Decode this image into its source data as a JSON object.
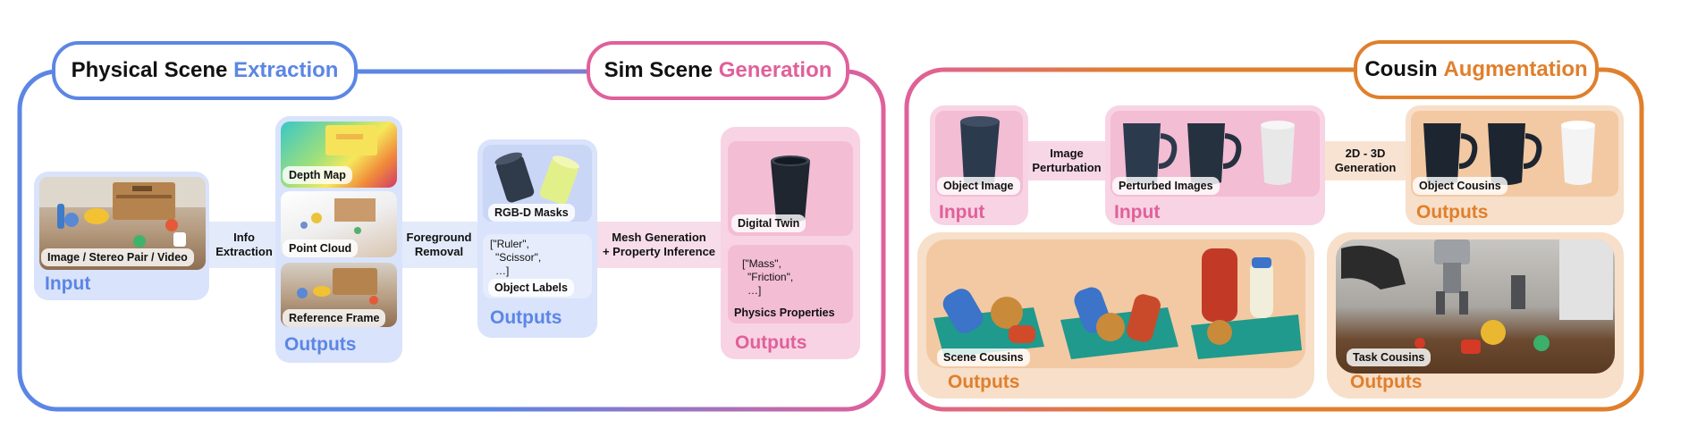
{
  "colors": {
    "blue": "#5b86e5",
    "pink": "#e0609a",
    "orange": "#e07f2c",
    "blue_panel": "#d9e3fb",
    "pink_panel": "#f8d3e4",
    "orange_panel": "#f7dfc9"
  },
  "extraction": {
    "title_part1": "Physical Scene",
    "title_part2": "Extraction",
    "input": {
      "chip": "Image / Stereo Pair / Video",
      "label": "Input"
    },
    "step1": {
      "line1": "Info",
      "line2": "Extraction"
    },
    "outputs": {
      "depth": "Depth Map",
      "cloud": "Point Cloud",
      "frame": "Reference Frame",
      "label": "Outputs"
    },
    "step2": {
      "line1": "Foreground",
      "line2": "Removal"
    },
    "outputs2": {
      "masks": "RGB-D Masks",
      "list1": "[\"Ruler\",",
      "list2": "\"Scissor\",",
      "list3": "…]",
      "labels": "Object Labels",
      "label": "Outputs"
    }
  },
  "generation": {
    "title_part1": "Sim Scene",
    "title_part2": "Generation",
    "step": {
      "line1": "Mesh Generation",
      "line2": "+ Property Inference"
    },
    "twin": "Digital Twin",
    "list1": "[\"Mass\",",
    "list2": "\"Friction\",",
    "list3": "…]",
    "physics": "Physics Properties",
    "label": "Outputs"
  },
  "augmentation": {
    "title_part1": "Cousin",
    "title_part2": "Augmentation",
    "object_image": "Object Image",
    "input_label1": "Input",
    "step1": {
      "line1": "Image",
      "line2": "Perturbation"
    },
    "perturbed": "Perturbed Images",
    "input_label2": "Input",
    "step2": {
      "line1": "2D - 3D",
      "line2": "Generation"
    },
    "object_cousins": "Object Cousins",
    "outputs_label1": "Outputs",
    "scene_cousins": "Scene Cousins",
    "outputs_label2": "Outputs",
    "task_cousins": "Task Cousins",
    "outputs_label3": "Outputs"
  }
}
